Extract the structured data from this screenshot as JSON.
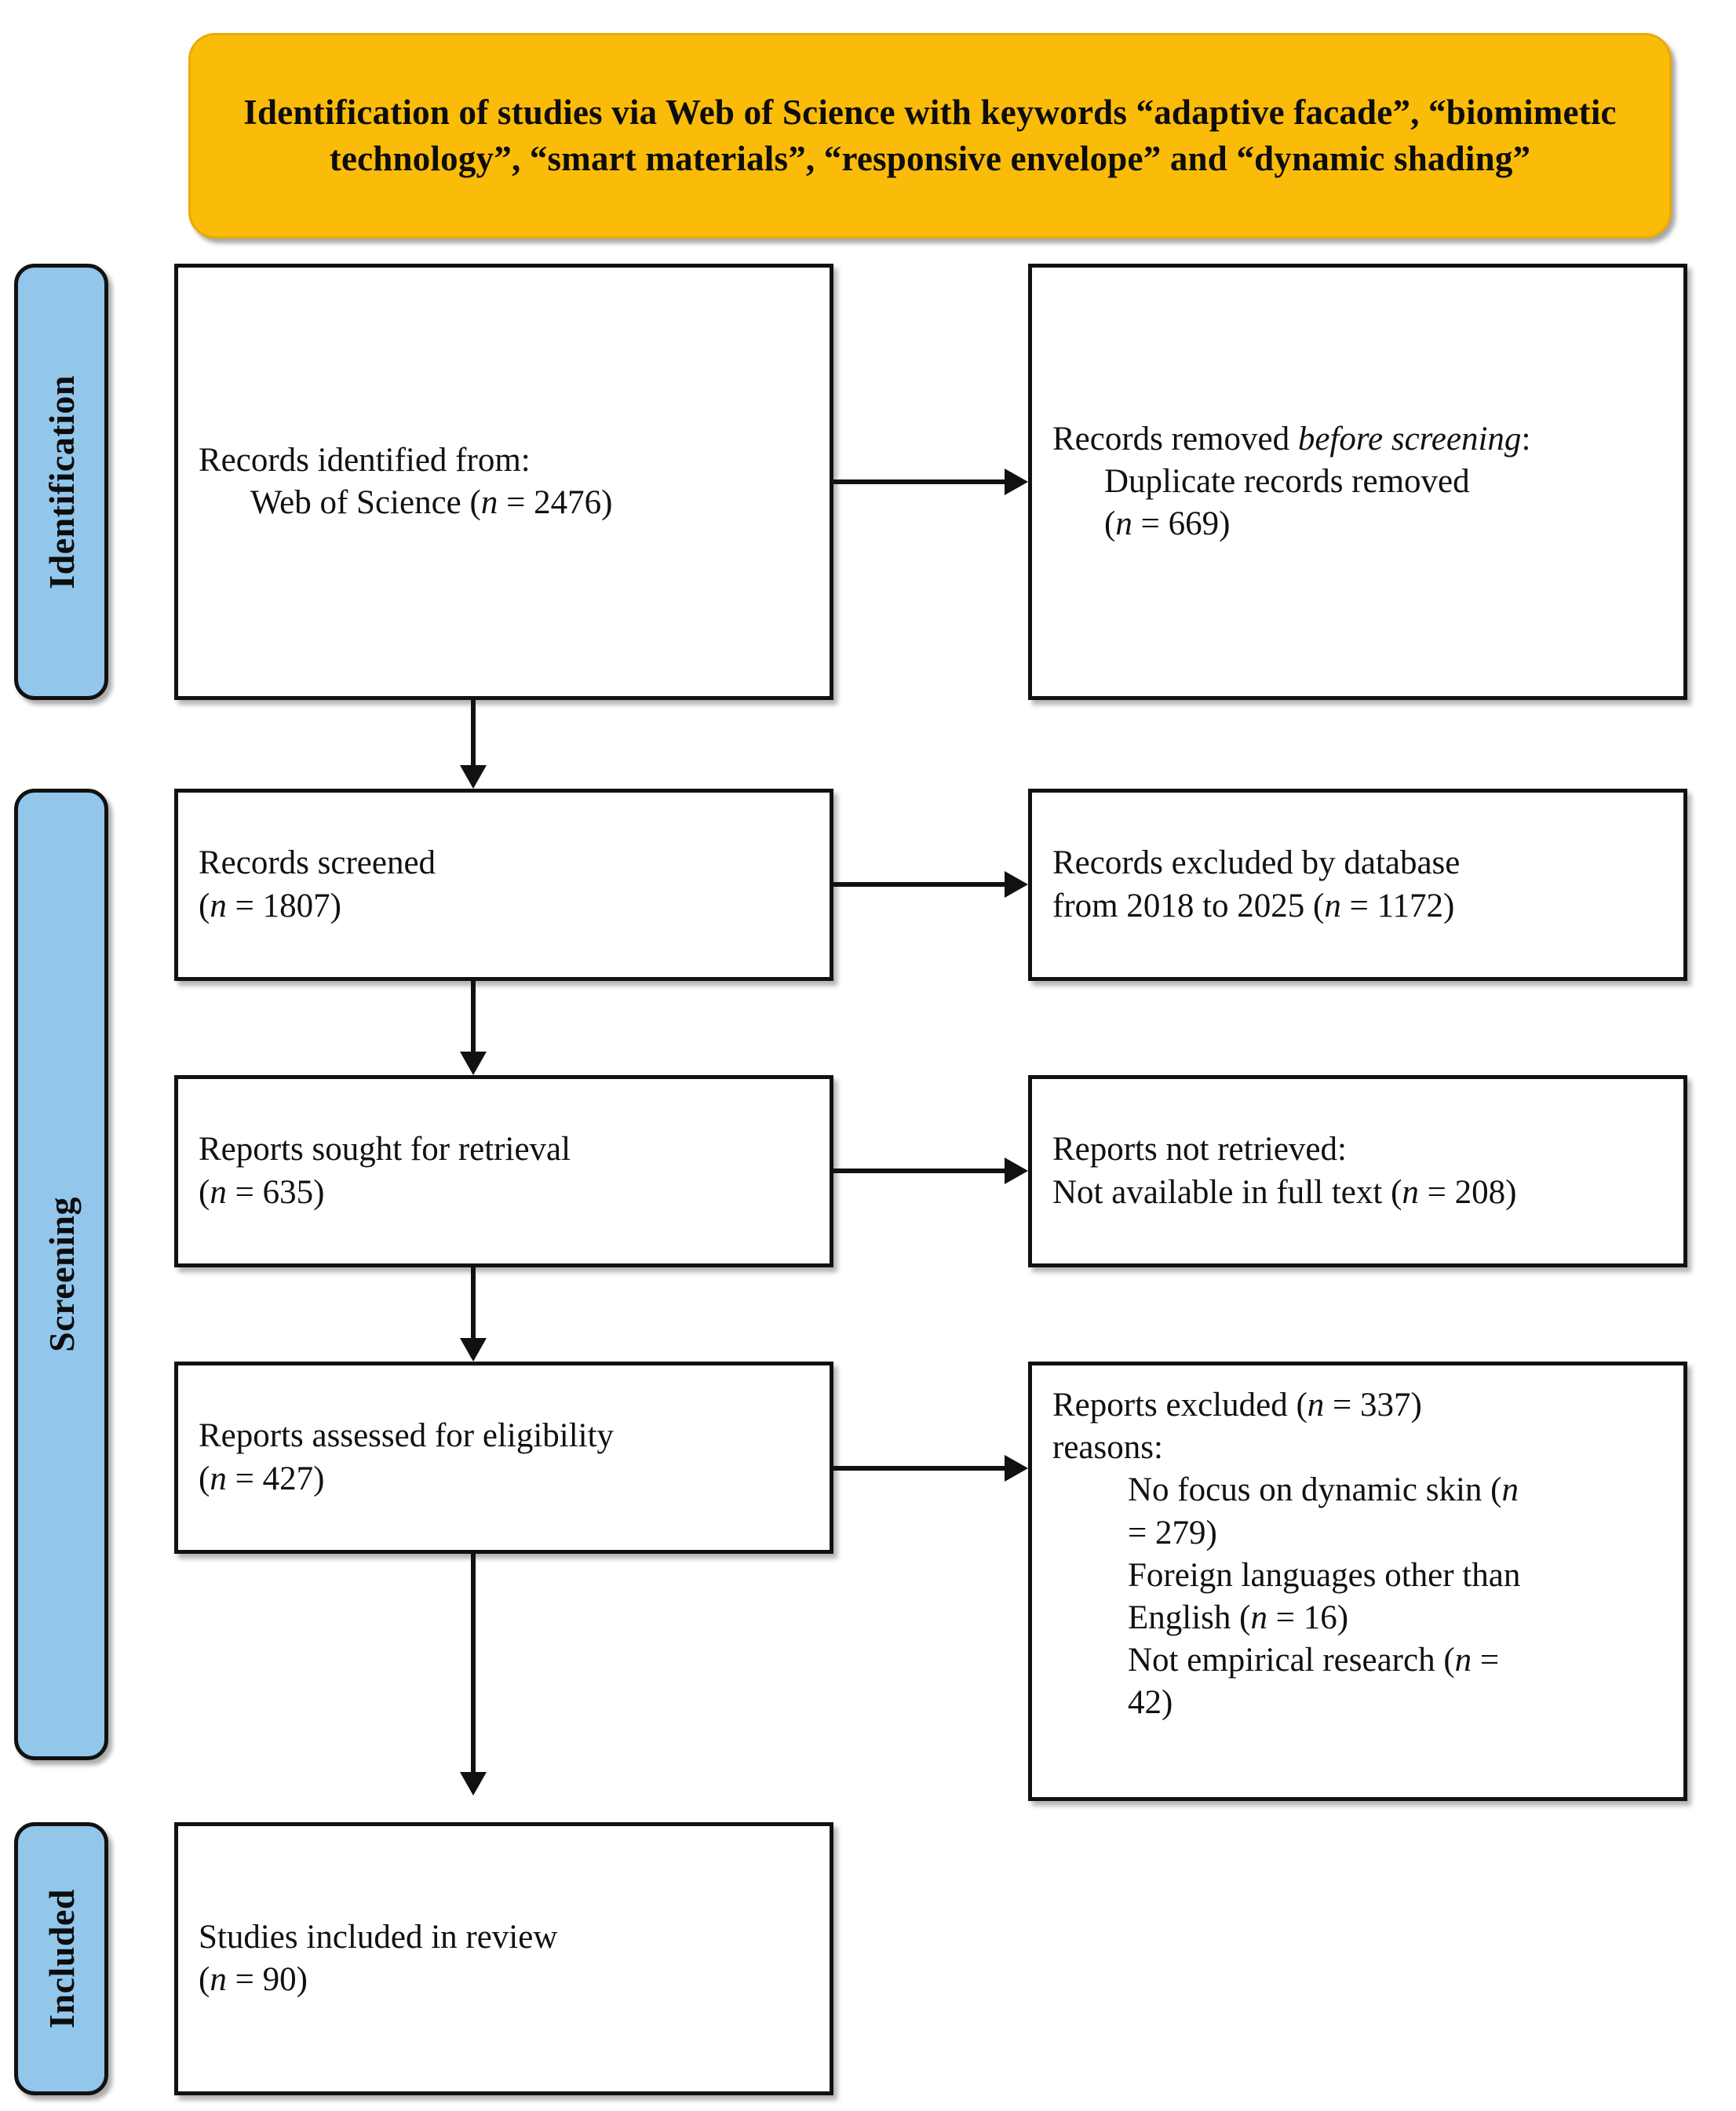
{
  "banner": {
    "text": "Identification of studies via Web of Science with keywords “adaptive facade”, “biomimetic technology”, “smart materials”, “responsive envelope” and “dynamic shading”",
    "color": "#FBBC09"
  },
  "rails": {
    "color": "#92C6EA",
    "items": [
      {
        "label": "Identification"
      },
      {
        "label": "Screening"
      },
      {
        "label": "Included"
      }
    ]
  },
  "nodes": {
    "identified": {
      "line1": "Records identified from:",
      "line2": "Web of Science (",
      "line2_n": "n",
      "line2_rest": " = 2476)"
    },
    "removed": {
      "line1_a": "Records removed ",
      "line1_em": "before screening",
      "line1_b": ":",
      "line2": "Duplicate records removed",
      "line3_open": "(",
      "line3_n": "n",
      "line3_rest": " = 669)"
    },
    "screened": {
      "line1": "Records screened",
      "line2_open": "(",
      "line2_n": "n",
      "line2_rest": " = 1807)"
    },
    "excluded_db": {
      "line1": "Records excluded by database",
      "line2_a": "from 2018 to 2025 (",
      "line2_n": "n",
      "line2_b": " = 1172)"
    },
    "sought": {
      "line1": "Reports sought for retrieval",
      "line2_open": "(",
      "line2_n": "n",
      "line2_rest": " = 635)"
    },
    "not_retrieved": {
      "line1": "Reports not retrieved:",
      "line2_a": "Not available in full text (",
      "line2_n": "n",
      "line2_b": " = 208)"
    },
    "assessed": {
      "line1": "Reports assessed for eligibility",
      "line2_open": "(",
      "line2_n": "n",
      "line2_rest": " = 427)"
    },
    "excluded": {
      "line1_a": "Reports excluded (",
      "line1_n": "n",
      "line1_b": " = 337)",
      "line2": "reasons:",
      "reason1_a": "No focus on dynamic skin (",
      "reason1_n": "n",
      "reason1_cont": "= 279)",
      "reason2_a": "Foreign languages other than",
      "reason2_b": "English (",
      "reason2_n": "n",
      "reason2_c": " = 16)",
      "reason3_a": "Not empirical research (",
      "reason3_n": "n",
      "reason3_b": " =",
      "reason3_cont": "42)"
    },
    "included": {
      "line1": "Studies included in review",
      "line2_open": "(",
      "line2_n": "n",
      "line2_rest": " = 90)"
    }
  }
}
